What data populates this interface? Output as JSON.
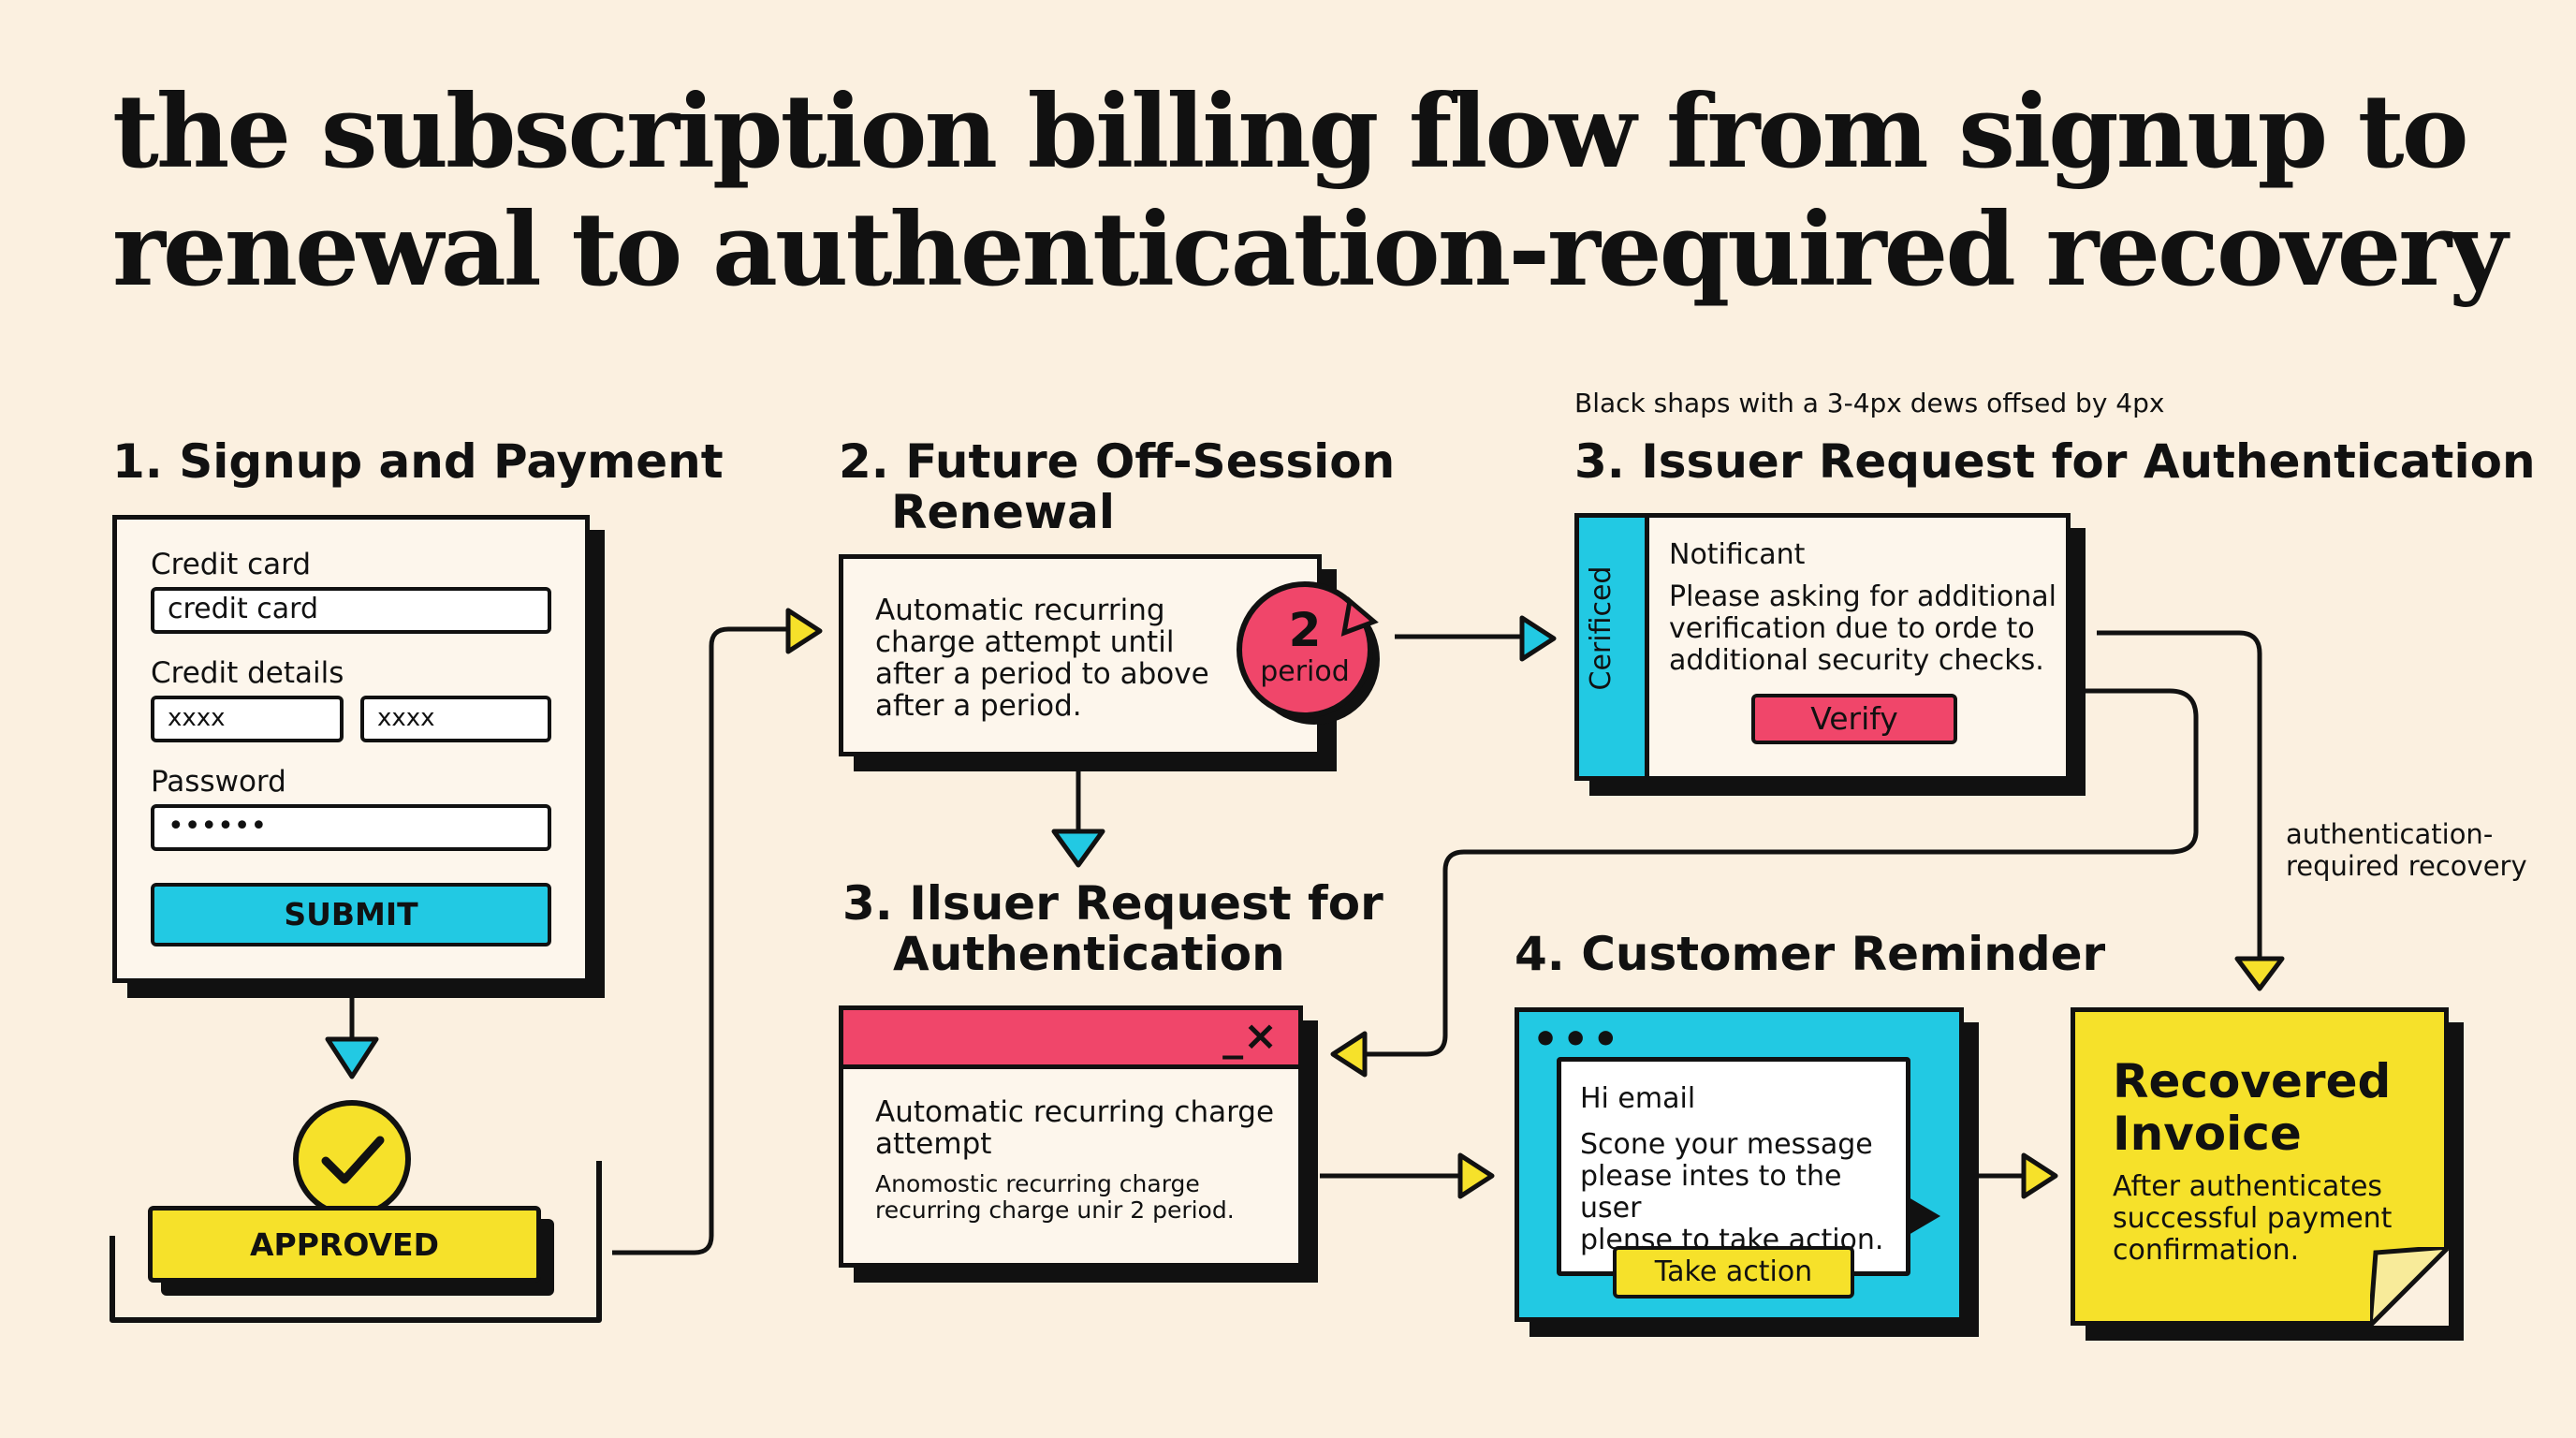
{
  "title": {
    "line1": "the subscription billing flow from signup to",
    "line2": "renewal to authentication-required recovery"
  },
  "note": "Black shaps with a 3-4px dews offsed by 4px",
  "step1": {
    "heading": "1. Signup and Payment",
    "credit_card_label": "Credit card",
    "credit_card_value": "credit card",
    "credit_details_label": "Credit details",
    "detail_a": "xxxx",
    "detail_b": "xxxx",
    "password_label": "Password",
    "password_value": "••••••",
    "submit_label": "SUBMIT",
    "approved_label": "APPROVED"
  },
  "step2": {
    "heading_line1": "2. Future Off-Session",
    "heading_line2": "Renewal",
    "body": [
      "Automatic recurring",
      "charge attempt until",
      "after a period to above",
      "after a period."
    ],
    "badge_number": "2",
    "badge_label": "period"
  },
  "step3a": {
    "heading_line1": "3. Ilsuer Request for",
    "heading_line2": "Authentication",
    "window_controls": "_×",
    "body_title": [
      "Automatic recurring charge",
      "attempt"
    ],
    "body_small": [
      "Anomostic recurring charge",
      "recurring charge unir 2 period."
    ]
  },
  "step3b": {
    "heading": "3. Issuer Request for Authentication",
    "side_label": "Cerificed",
    "notif_title": "Notificant",
    "notif_body": [
      "Please asking for additional",
      "verification due to orde to",
      "additional security checks."
    ],
    "verify_label": "Verify"
  },
  "step4": {
    "heading": "4. Customer Reminder",
    "dots": "•••",
    "greeting": "Hi email",
    "message": [
      "Scone your message",
      "please intes to the user",
      "plense to take action."
    ],
    "action_label": "Take action"
  },
  "recovered": {
    "title_line1": "Recovered",
    "title_line2": "Invoice",
    "body": [
      "After authenticates",
      "successful payment",
      "confirmation."
    ]
  },
  "side_label": [
    "authentication-",
    "required recovery"
  ],
  "colors": {
    "background": "#fbf0e0",
    "cyan": "#22c9e3",
    "yellow": "#f6e12a",
    "red": "#f0466a",
    "ink": "#111111"
  }
}
